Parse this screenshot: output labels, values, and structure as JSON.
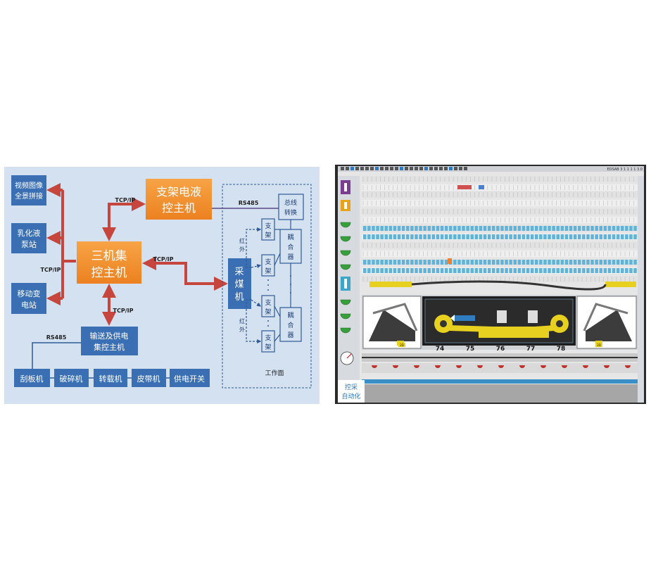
{
  "left_diagram": {
    "central_host": [
      "三机集",
      "控主机"
    ],
    "support_host": [
      "支架电液",
      "控主机"
    ],
    "left_devices": [
      {
        "lines": [
          "视频图像",
          "全景拼接"
        ]
      },
      {
        "lines": [
          "乳化液",
          "泵站"
        ]
      },
      {
        "lines": [
          "移动变",
          "电站"
        ]
      }
    ],
    "transport_host": [
      "输送及供电",
      "集控主机"
    ],
    "bottom_devices": [
      "刮板机",
      "破碎机",
      "转载机",
      "皮带机",
      "供电开关"
    ],
    "shearer": [
      "采",
      "煤",
      "机"
    ],
    "bus_converter": [
      "总线",
      "转换"
    ],
    "supports": [
      [
        "支",
        "架"
      ],
      [
        "支",
        "架"
      ],
      [
        "支",
        "架"
      ],
      [
        "支",
        "架"
      ]
    ],
    "couplers": [
      [
        "耦",
        "合",
        "器"
      ],
      [
        "耦",
        "合",
        "器"
      ]
    ],
    "infrared": [
      [
        "红",
        "外"
      ],
      [
        "红",
        "外"
      ]
    ],
    "labels": {
      "tcp_support": "TCP/IP",
      "tcp_left": "TCP/IP",
      "tcp_shearer": "TCP/IP",
      "tcp_transport": "TCP/IP",
      "rs485_top": "RS485",
      "rs485_left": "RS485",
      "working_face": "工作面"
    },
    "colors": {
      "background": "#d3e1f1",
      "orange_box": "#f39432",
      "blue_box": "#3b6fb4",
      "red_link": "#c6453c",
      "line_blue": "#2e5a98"
    }
  },
  "right_screen": {
    "side_tab": [
      "控采",
      "自动化"
    ],
    "support_numbers": [
      "74",
      "75",
      "76",
      "77",
      "78"
    ],
    "support_badges": [
      "2D",
      "2D"
    ],
    "status_code": "EDSAB 3 1 1 1 1 3.0",
    "colors": {
      "screen_bg": "#e6e6e6",
      "cyan_bar": "#5fb3d9",
      "yellow": "#e8d020",
      "green_gauge": "#37a03c"
    }
  }
}
